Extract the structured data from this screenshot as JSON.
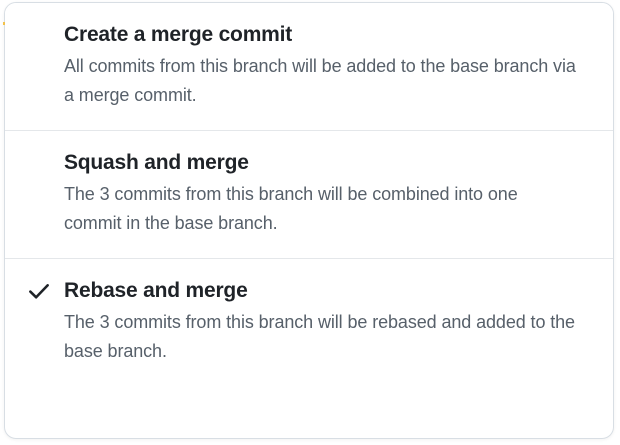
{
  "menu": {
    "name": "merge-method-menu",
    "selected_index": 2,
    "colors": {
      "border": "#d8dee4",
      "divider": "#e4e7ea",
      "title_text": "#1f2328",
      "description_text": "#57606a",
      "background": "#ffffff",
      "check_mark": "#1f2328"
    },
    "items": [
      {
        "title": "Create a merge commit",
        "description": "All commits from this branch will be added to the base branch via a merge commit.",
        "selected": false,
        "check_icon": "check-icon"
      },
      {
        "title": "Squash and merge",
        "description": "The 3 commits from this branch will be combined into one commit in the base branch.",
        "selected": false,
        "check_icon": "check-icon"
      },
      {
        "title": "Rebase and merge",
        "description": "The 3 commits from this branch will be rebased and added to the base branch.",
        "selected": true,
        "check_icon": "check-icon"
      }
    ]
  }
}
